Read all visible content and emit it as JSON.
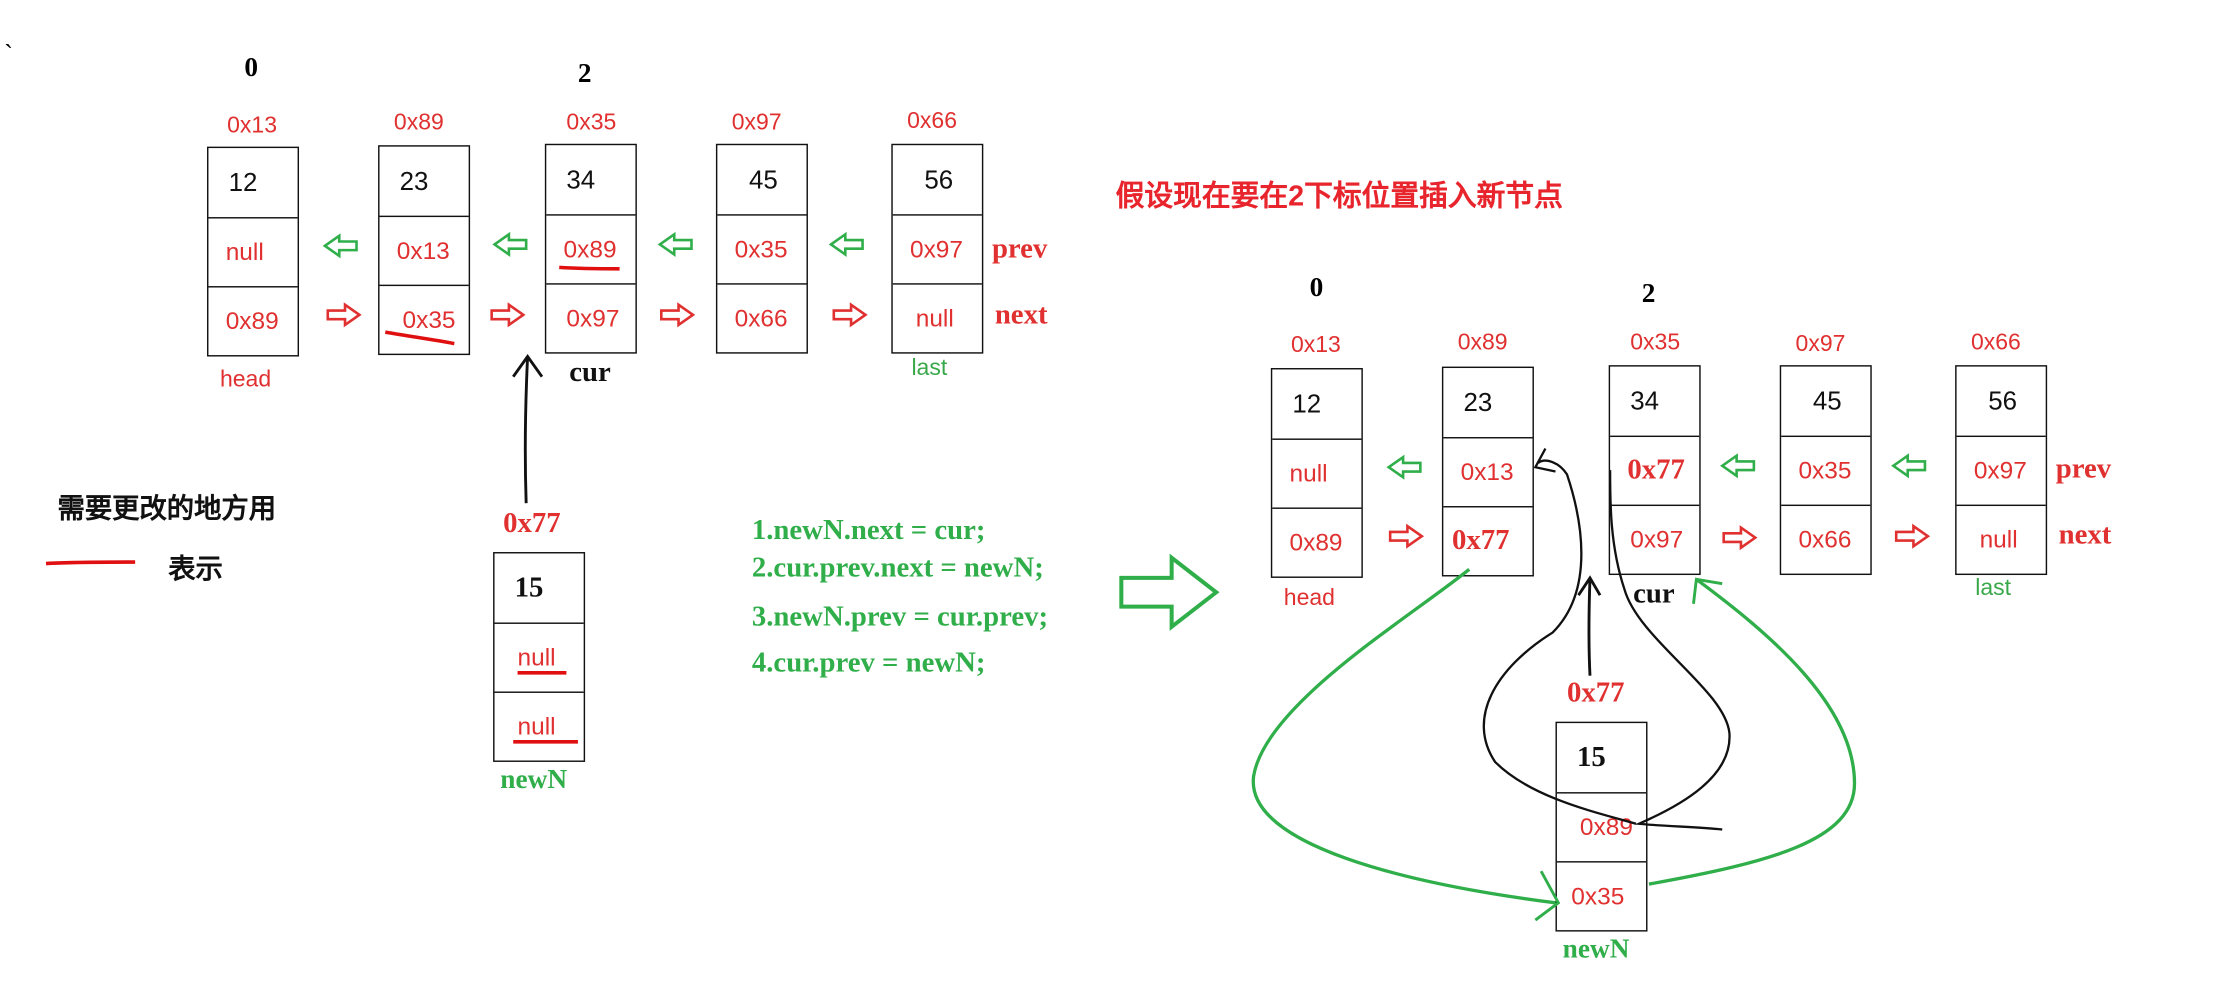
{
  "stray_mark": "`",
  "title": "假设现在要在2下标位置插入新节点",
  "legend": {
    "text": "需要更改的地方用",
    "meaning": "表示",
    "mark_color": "#e01010"
  },
  "steps": [
    "1.newN.next = cur;",
    "2.cur.prev.next = newN;",
    "3.newN.prev = cur.prev;",
    "4.cur.prev = newN;"
  ],
  "before": {
    "indices": [
      "0",
      "2"
    ],
    "nodes": [
      {
        "addr": "0x13",
        "val": "12",
        "prev": "null",
        "next": "0x89"
      },
      {
        "addr": "0x89",
        "val": "23",
        "prev": "0x13",
        "next": "0x35"
      },
      {
        "addr": "0x35",
        "val": "34",
        "prev": "0x89",
        "next": "0x97"
      },
      {
        "addr": "0x97",
        "val": "45",
        "prev": "0x35",
        "next": "0x66"
      },
      {
        "addr": "0x66",
        "val": "56",
        "prev": "0x97",
        "next": "null"
      }
    ],
    "labels": {
      "head": "head",
      "cur": "cur",
      "last": "last",
      "prev": "prev",
      "next": "next"
    },
    "new_node": {
      "addr": "0x77",
      "val": "15",
      "prev": "null",
      "next": "null",
      "label": "newN"
    }
  },
  "after": {
    "indices": [
      "0",
      "2"
    ],
    "nodes": [
      {
        "addr": "0x13",
        "val": "12",
        "prev": "null",
        "next": "0x89"
      },
      {
        "addr": "0x89",
        "val": "23",
        "prev": "0x13",
        "next": "0x77"
      },
      {
        "addr": "0x35",
        "val": "34",
        "prev": "0x77",
        "next": "0x97"
      },
      {
        "addr": "0x97",
        "val": "45",
        "prev": "0x35",
        "next": "0x66"
      },
      {
        "addr": "0x66",
        "val": "56",
        "prev": "0x97",
        "next": "null"
      }
    ],
    "labels": {
      "head": "head",
      "cur": "cur",
      "last": "last",
      "prev": "prev",
      "next": "next"
    },
    "new_node": {
      "addr": "0x77",
      "val": "15",
      "prev": "0x89",
      "next": "0x35",
      "label": "newN"
    }
  },
  "colors": {
    "red": "#e03030",
    "green": "#2fae4a",
    "black": "#111111"
  }
}
